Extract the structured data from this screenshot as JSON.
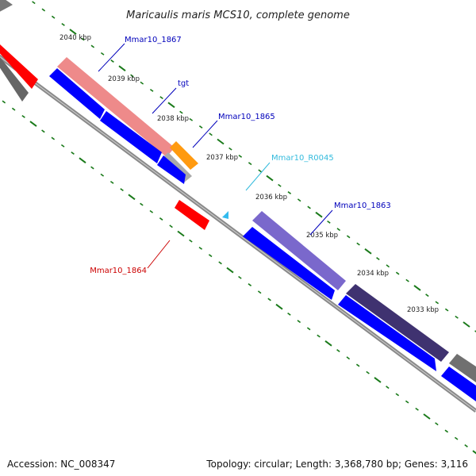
{
  "title": "Maricaulis maris MCS10, complete genome",
  "footer": {
    "accession": "Accession: NC_008347",
    "summary": "Topology: circular; Length: 3,368,780 bp; Genes: 3,116"
  },
  "tick_labels": [
    "2040 kbp",
    "2039 kbp",
    "2038 kbp",
    "2037 kbp",
    "2036 kbp",
    "2035 kbp",
    "2034 kbp",
    "2033 kbp"
  ],
  "genes": [
    {
      "name": "Mmar10_1867",
      "color": "#0000bb"
    },
    {
      "name": "tgt",
      "color": "#0000bb"
    },
    {
      "name": "Mmar10_1865",
      "color": "#0000bb"
    },
    {
      "name": "Mmar10_R0045",
      "color": "#33bbdd"
    },
    {
      "name": "Mmar10_1863",
      "color": "#0000bb"
    },
    {
      "name": "Mmar10_1864",
      "color": "#cc0000"
    }
  ],
  "colors": {
    "cds_forward": "#0000ff",
    "cds_reverse": "#ff0000",
    "tick": "#1a7a1a",
    "backbone": "#808080",
    "cog_red": "#ee8888",
    "cog_orange": "#ff9900",
    "cog_purple": "#7766cc",
    "cog_darkpurple": "#443377",
    "cog_gray": "#777777",
    "trna": "#33bbee"
  }
}
